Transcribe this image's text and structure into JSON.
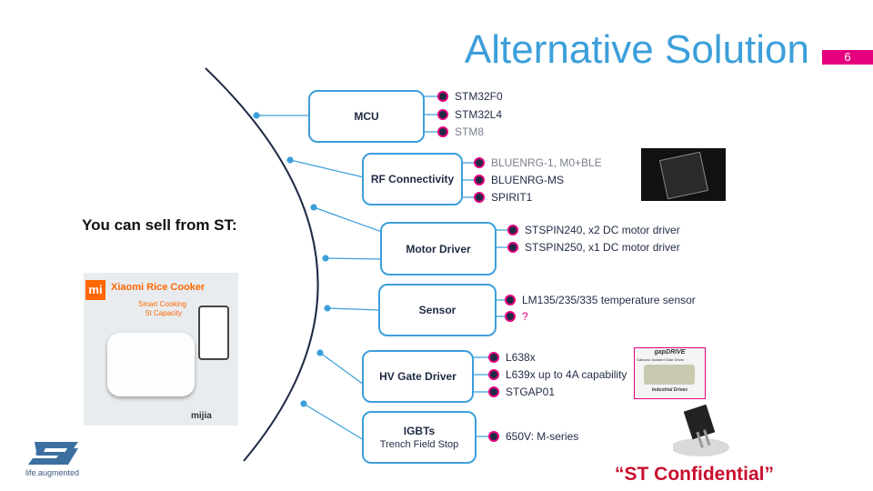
{
  "slide": {
    "title": "Alternative Solution",
    "page_number": "6",
    "left_heading": "You can sell from ST:",
    "confidential": "“ST Confidential”",
    "logo_tagline": "life.augmented"
  },
  "product_image": {
    "brand": "mi",
    "title": "Xiaomi Rice Cooker",
    "line1": "Smart Cooking",
    "line2": "5t Capacity",
    "footer": "mijia"
  },
  "gapdrive_image": {
    "title": "gapDRIVE",
    "subtitle": "Galvanic Isolated Gate Driver",
    "footer": "Industrial Drives"
  },
  "categories": [
    {
      "name": "MCU",
      "items": [
        "STM32F0",
        "STM32L4",
        "STM8"
      ]
    },
    {
      "name": "RF Connectivity",
      "items": [
        "BLUENRG-1, M0+BLE",
        "BLUENRG-MS",
        "SPIRIT1"
      ]
    },
    {
      "name": "Motor Driver",
      "items": [
        "STSPIN240, x2 DC motor driver",
        "STSPIN250, x1 DC motor driver"
      ]
    },
    {
      "name": "Sensor",
      "items": [
        "LM135/235/335 temperature sensor",
        "?"
      ]
    },
    {
      "name": "HV Gate Driver",
      "items": [
        "L638x",
        "L639x up to 4A capability",
        "STGAP01"
      ]
    },
    {
      "name": "IGBTs",
      "sub": "Trench Field Stop",
      "items": [
        "650V:  M-series"
      ]
    }
  ],
  "colors": {
    "accent_blue": "#3C9FDA",
    "accent_pink": "#E6007E",
    "confidential_red": "#C8102E"
  }
}
